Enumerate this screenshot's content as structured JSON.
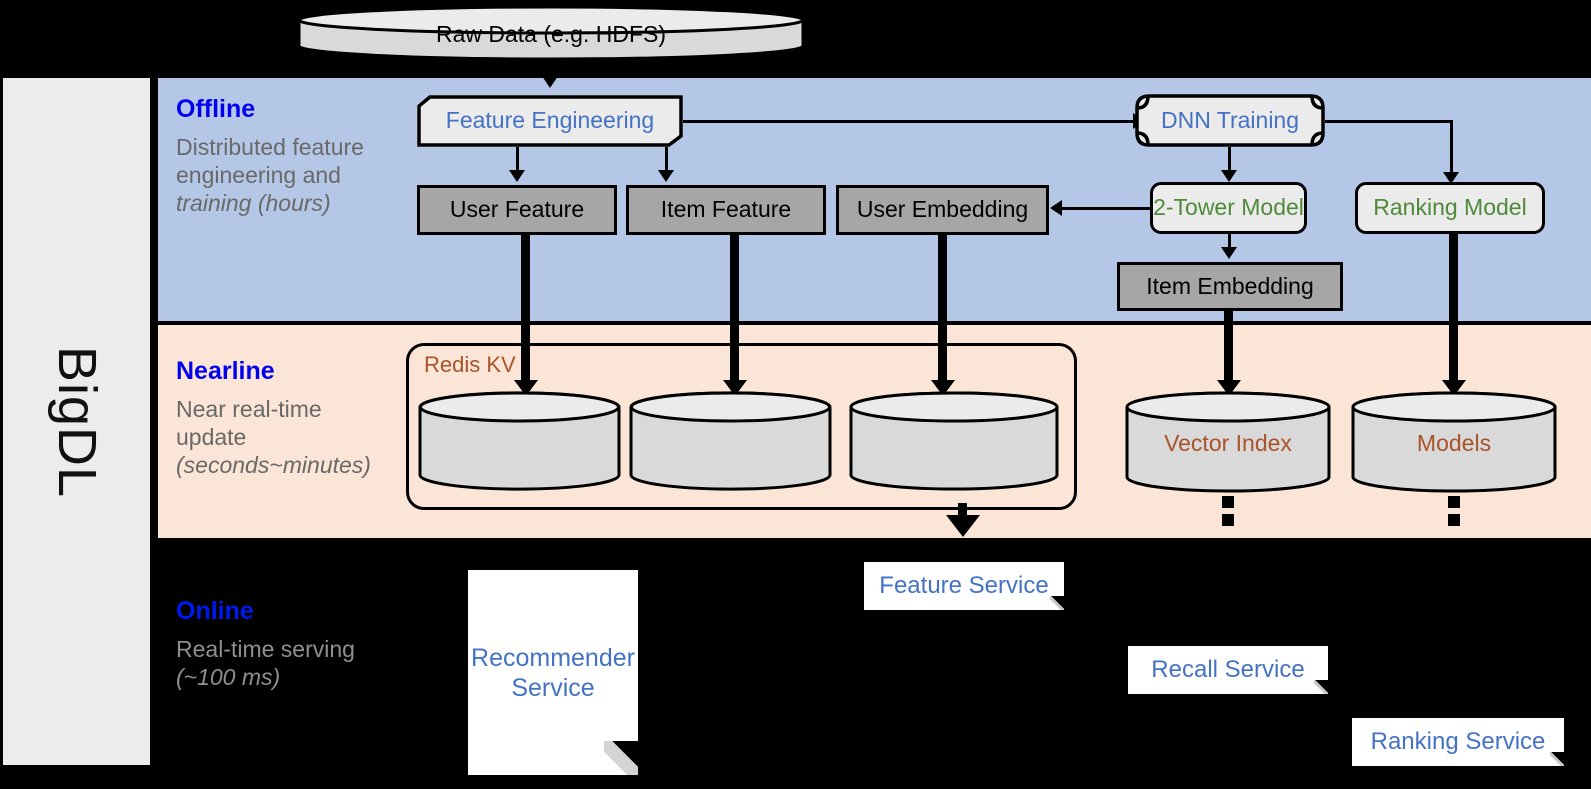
{
  "rail": {
    "label": "BigDL"
  },
  "bands": {
    "offline": {
      "title": "Offline",
      "subtitle": "Distributed feature engineering and ",
      "subtitle_em": "training (hours)"
    },
    "nearline": {
      "title": "Nearline",
      "subtitle": "Near real-time update ",
      "subtitle_em": "(seconds~minutes)"
    },
    "online": {
      "title": "Online",
      "subtitle": "Real-time serving ",
      "subtitle_em": "(~100 ms)"
    }
  },
  "source": {
    "label": "Raw Data (e.g. HDFS)"
  },
  "offline_nodes": {
    "feature_engineering": "Feature Engineering",
    "dnn_training": "DNN Training",
    "user_feature": "User Feature",
    "item_feature": "Item Feature",
    "user_embedding": "User Embedding",
    "two_tower_model": "2-Tower Model",
    "ranking_model": "Ranking Model",
    "item_embedding": "Item Embedding"
  },
  "nearline_nodes": {
    "redis_kv": "Redis KV",
    "kv_store_user": "",
    "kv_store_item": "",
    "kv_store_embedding": "",
    "vector_index": "Vector Index",
    "models": "Models"
  },
  "online_nodes": {
    "recommender_service": "Recommender Service",
    "feature_service": "Feature Service",
    "recall_service": "Recall Service",
    "ranking_service": "Ranking Service"
  },
  "colors": {
    "offline_band": "#b4c7e7",
    "nearline_band": "#fbe5d6",
    "online_band": "#000000",
    "rail": "#ececec",
    "band_title": "#0000ee",
    "band_subtitle": "#696969",
    "process_text": "#4472c4",
    "model_text": "#4e8a3a",
    "storage_text": "#a9532a",
    "data_box": "#a6a6a6",
    "process_box": "#ebebeb",
    "service_box": "#ffffff"
  }
}
